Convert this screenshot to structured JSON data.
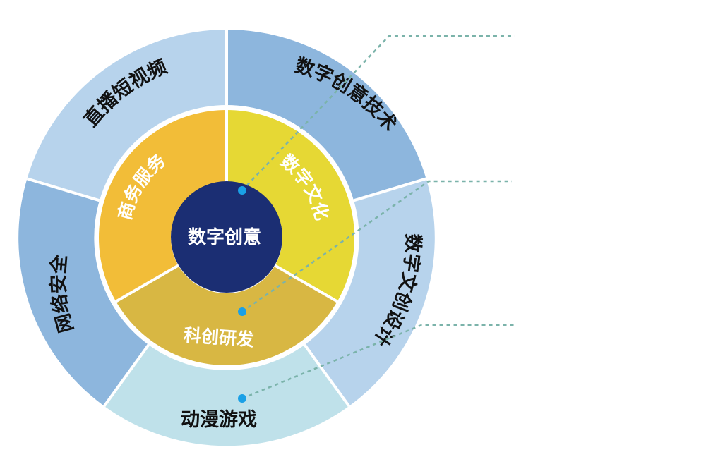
{
  "diagram": {
    "center": {
      "label": "数字创意",
      "color": "#1b2e73"
    },
    "inner_ring": [
      {
        "label": "数字文化",
        "color": "#e6d834"
      },
      {
        "label": "科创研发",
        "color": "#d8b743"
      },
      {
        "label": "商务服务",
        "color": "#f2bd38"
      }
    ],
    "outer_ring": [
      {
        "label": "数字创意技术",
        "color": "#8db6dd"
      },
      {
        "label": "数字文创设计",
        "color": "#b7d3ec"
      },
      {
        "label": "动漫游戏",
        "color": "#bfe1ea"
      },
      {
        "label": "网络安全",
        "color": "#8db6dd"
      },
      {
        "label": "直播短视频",
        "color": "#b7d3ec"
      }
    ],
    "callouts": [
      {
        "target": "数字文化",
        "text": ""
      },
      {
        "target": "科创研发",
        "text": ""
      },
      {
        "target": "动漫游戏",
        "text": ""
      }
    ],
    "colors": {
      "separator": "#ffffff",
      "callout_line": "#7bb3aa",
      "callout_dot": "#1aa0e6"
    }
  }
}
